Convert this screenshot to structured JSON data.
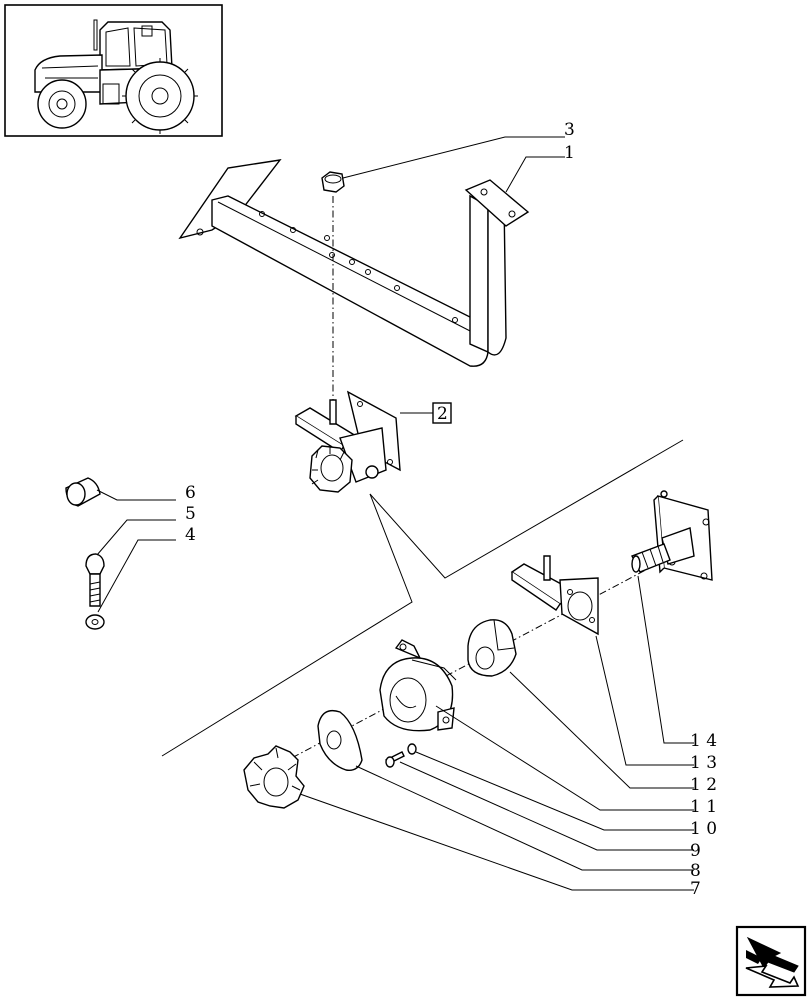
{
  "callouts": {
    "c1": "1",
    "c2": "2",
    "c3": "3",
    "c4": "4",
    "c5": "5",
    "c6": "6",
    "c7": "7",
    "c8": "8",
    "c9": "9",
    "c10": "1 0",
    "c11": "1 1",
    "c12": "1 2",
    "c13": "1 3",
    "c14": "1 4"
  },
  "icons": {
    "thumbnail": "tractor-thumbnail-icon",
    "navigation": "next-page-arrow-icon"
  }
}
